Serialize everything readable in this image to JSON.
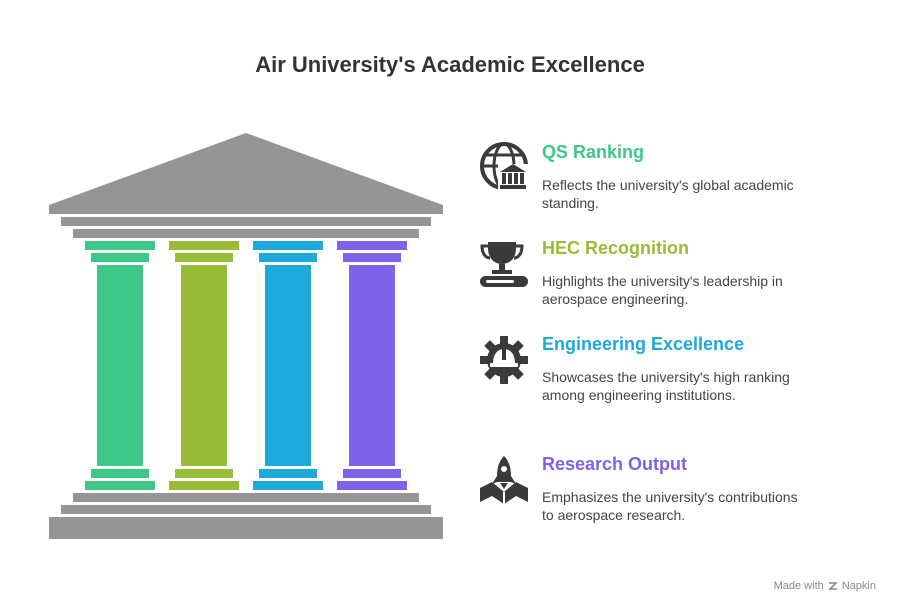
{
  "title": "Air University's Academic Excellence",
  "colors": {
    "stone": "#959595",
    "green": "#3DC887",
    "olive": "#97BC37",
    "blue": "#1EA9DB",
    "purple": "#7E63E8",
    "text": "#333333",
    "icon": "#3A3A3A"
  },
  "pillars": [
    {
      "color": "#3DC887"
    },
    {
      "color": "#97BC37"
    },
    {
      "color": "#1EA9DB"
    },
    {
      "color": "#7E63E8"
    }
  ],
  "items": [
    {
      "heading": "QS Ranking",
      "description": "Reflects the university's global academic standing.",
      "color": "#3DC887",
      "icon": "globe-institution-icon"
    },
    {
      "heading": "HEC Recognition",
      "description": "Highlights the university's leadership in aerospace engineering.",
      "color": "#97BC37",
      "icon": "trophy-icon"
    },
    {
      "heading": "Engineering Excellence",
      "description": "Showcases the university's high ranking among engineering institutions.",
      "color": "#1EA9DB",
      "icon": "gear-hardhat-icon"
    },
    {
      "heading": "Research Output",
      "description": "Emphasizes the university's contributions to aerospace research.",
      "color": "#7E63E8",
      "icon": "rocket-book-icon"
    }
  ],
  "footer": {
    "made_with": "Made with",
    "brand": "Napkin"
  }
}
